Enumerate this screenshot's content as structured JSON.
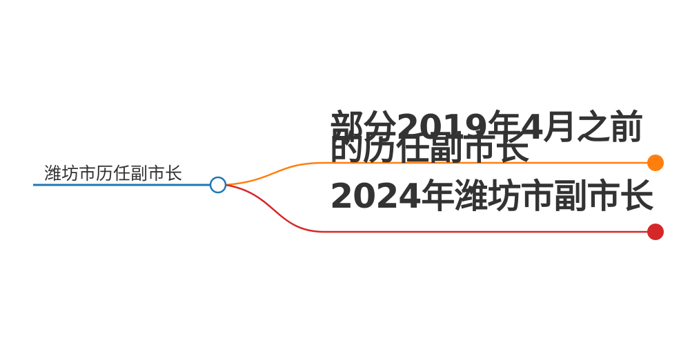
{
  "root": {
    "label": "潍坊市历任副市长",
    "color": "#1f77b4"
  },
  "branches": [
    {
      "label": "部分2019年4月之前的历任副市长",
      "color": "#ff7f0e"
    },
    {
      "label": "2024年潍坊市副市长",
      "color": "#d62728"
    }
  ]
}
